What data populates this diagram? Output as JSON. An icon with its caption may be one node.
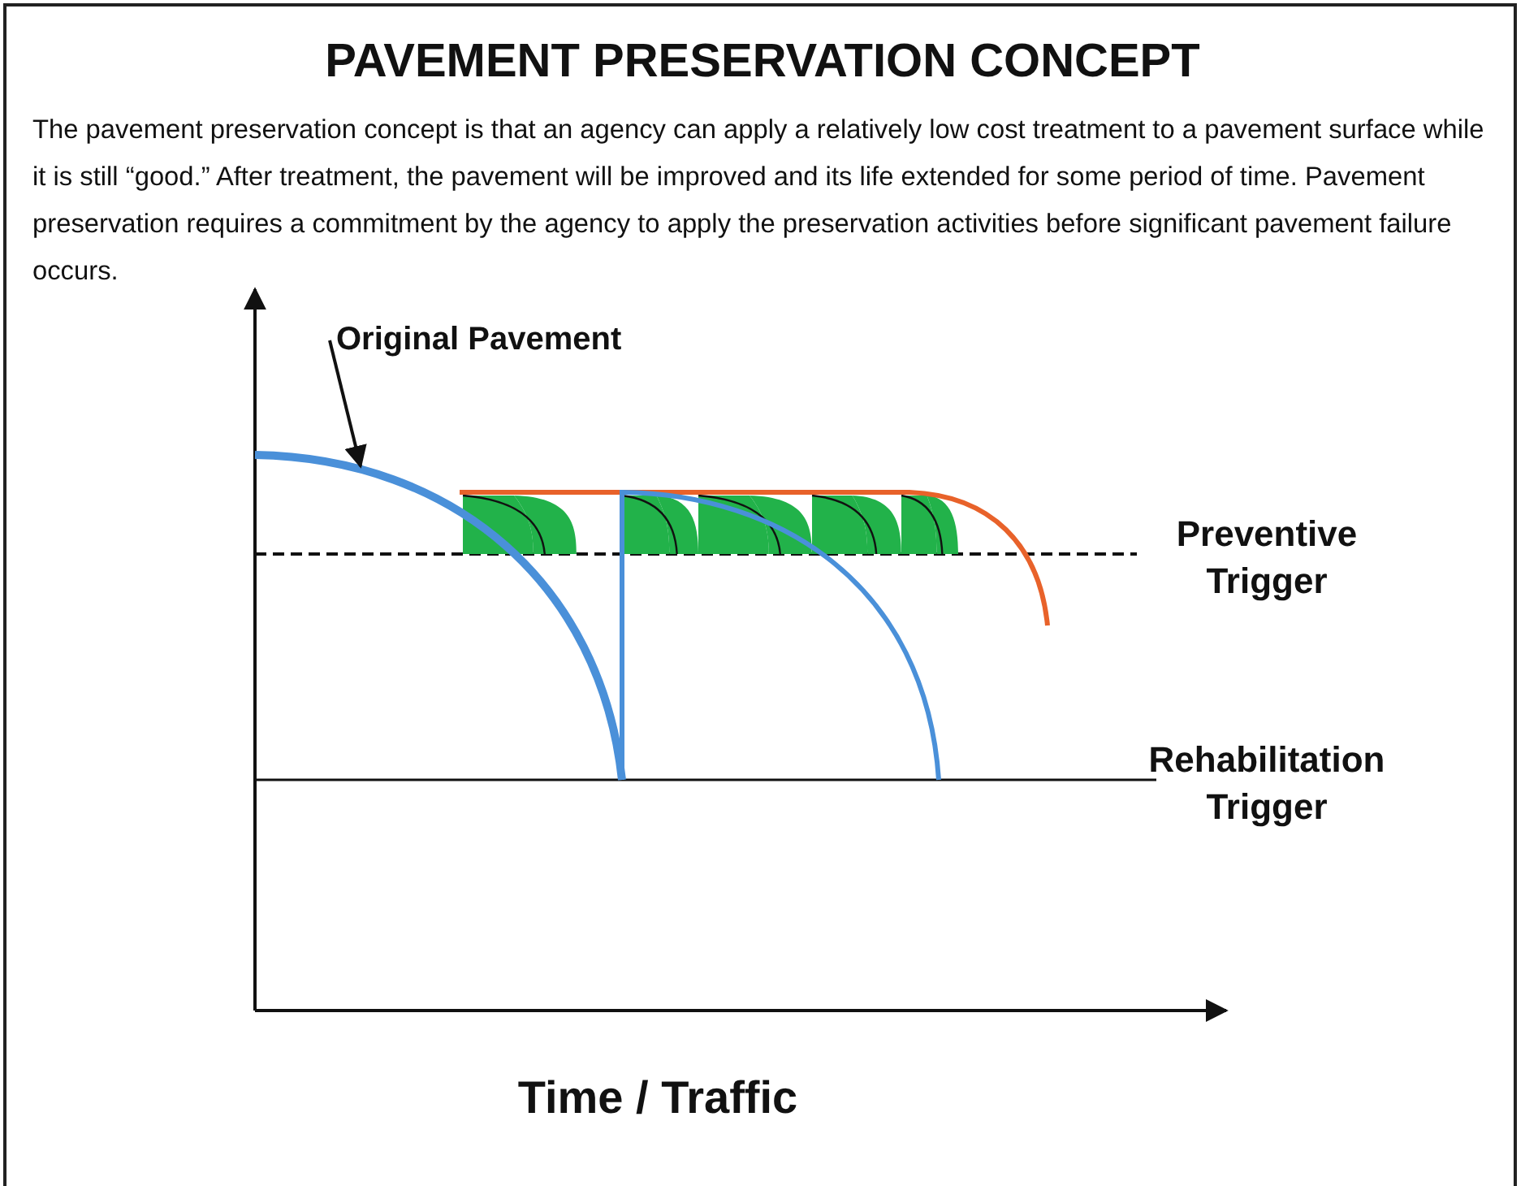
{
  "diagram": {
    "title": "PAVEMENT PRESERVATION CONCEPT",
    "nodes": [
      {
        "text": [
          "Original Pavement"
        ]
      },
      {
        "text": [],
        "shape": "line"
      }
    ],
    "edges": [
      {
        "from": 0,
        "to": 1,
        "arrow": "to"
      }
    ],
    "labels": [
      "The pavement preservation concept is that an agency can apply a relatively low cost treatment to a pavement surface while it is still “good.” After treatment, the pavement will be improved and its life extended for some period of time. Pavement preservation requires a commitment by the agency to apply the preservation activities before significant pavement failure occurs.",
      "Preventive Trigger",
      "Rehabilitation Trigger",
      "Time / Traffic"
    ]
  }
}
